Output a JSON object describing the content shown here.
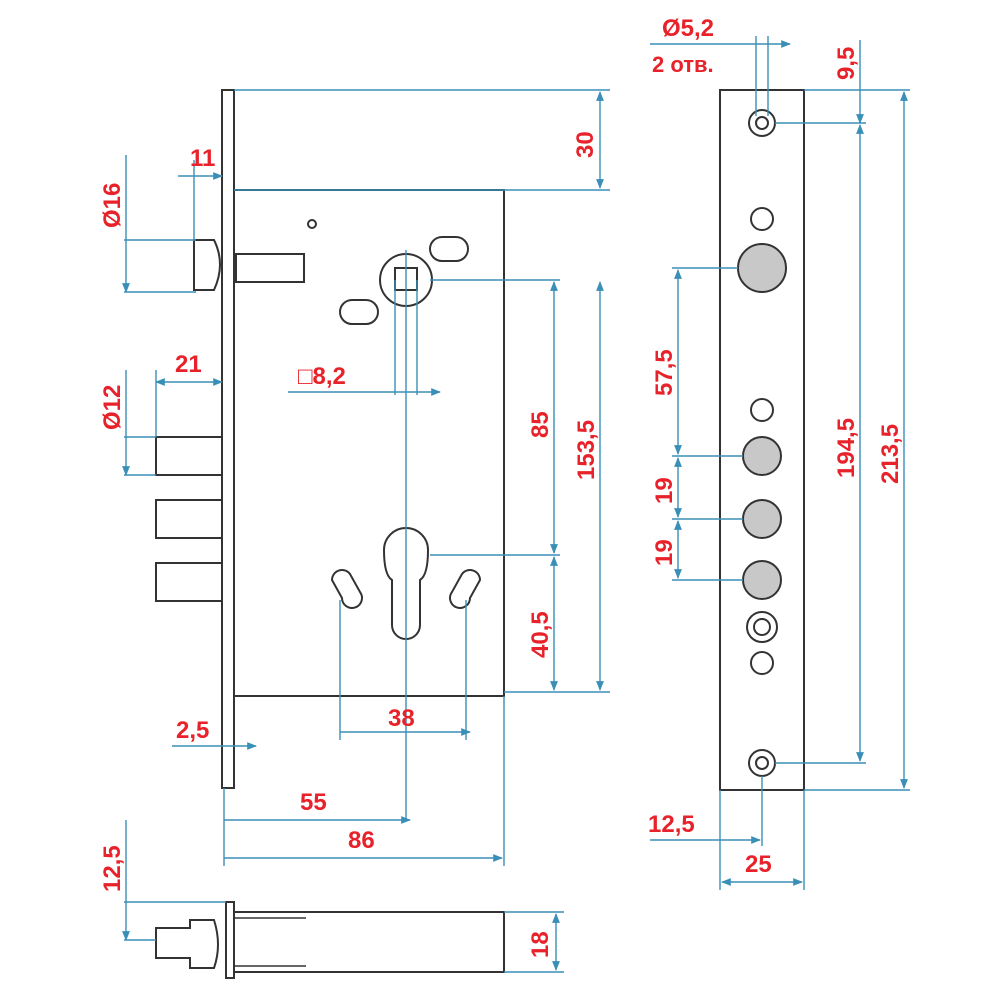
{
  "colors": {
    "dimension_text": "#e8222a",
    "dimension_line": "#3a8fb7",
    "outline": "#333333",
    "hole_fill": "#c8c8c8"
  },
  "dimensions": {
    "latch_diameter": "Ø16",
    "latch_offset": "11",
    "top_offset": "30",
    "spindle_square": "□8,2",
    "bolt_diameter": "Ø12",
    "bolt_throw": "21",
    "spindle_to_cylinder": "85",
    "spindle_to_bottom": "153,5",
    "cylinder_to_bottom": "40,5",
    "screw_spacing": "38",
    "faceplate_thickness": "2,5",
    "backset": "55",
    "case_width": "86",
    "bottom_offset": "12,5",
    "case_depth": "18",
    "faceplate_hole": "Ø5,2",
    "faceplate_hole_count": "2 отв.",
    "hole_from_top": "9,5",
    "bolt_spacing_top": "57,5",
    "bolt_spacing_1": "19",
    "bolt_spacing_2": "19",
    "hole_spacing": "194,5",
    "faceplate_length": "213,5",
    "hole_from_edge": "12,5",
    "faceplate_width": "25"
  }
}
